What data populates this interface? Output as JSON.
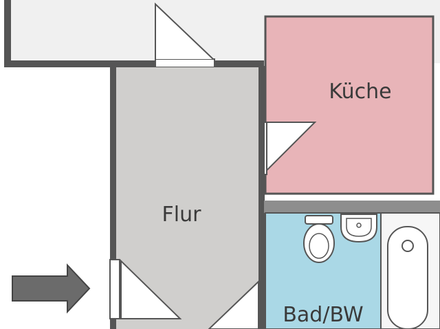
{
  "rooms": {
    "kitchen": {
      "label": "Küche",
      "color": "#e8b4b8"
    },
    "hallway": {
      "label": "Flur",
      "color": "#d0cfcd"
    },
    "bathroom": {
      "label": "Bad/BW",
      "color": "#aad8e6"
    },
    "top_room": {
      "color": "#f0f0f0"
    }
  },
  "colors": {
    "wall": "#555555",
    "entrance_arrow": "#6b6b6b",
    "fixture_fill": "#ffffff"
  },
  "icons": [
    "entrance-arrow-icon",
    "toilet-icon",
    "sink-icon",
    "bathtub-icon"
  ]
}
